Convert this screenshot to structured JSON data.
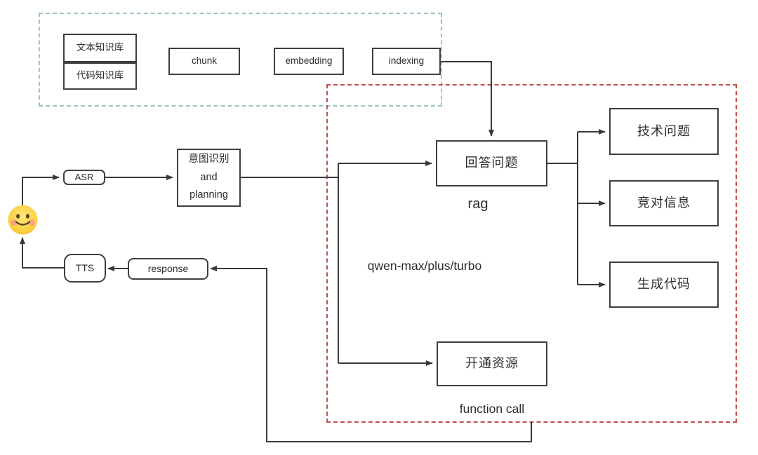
{
  "diagram": {
    "title": "voice-assistant rag pipeline diagram",
    "knowledge_group": {
      "text_kb": "文本知识库",
      "code_kb": "代码知识库",
      "chunk": "chunk",
      "embedding": "embedding",
      "indexing": "indexing"
    },
    "pipeline": {
      "asr": "ASR",
      "intent_line1": "意图识别",
      "intent_line2": "and",
      "intent_line3": "planning",
      "tts": "TTS",
      "response": "response"
    },
    "llm_group": {
      "answer": "回答问题",
      "answer_caption": "rag",
      "model_label": "qwen-max/plus/turbo",
      "provision": "开通资源",
      "provision_caption": "function call"
    },
    "outputs": {
      "tech": "技术问题",
      "competitor": "竞对信息",
      "codegen": "生成代码"
    },
    "icons": {
      "user": "smiling-face-with-blush"
    },
    "colors": {
      "knowledge_group_border": "#9cc5c0",
      "llm_group_border": "#c0504d",
      "line": "#3a3a3c",
      "node_border": "#3f3f41",
      "text": "#2c2c2e",
      "emoji_face": "#fbcf3c",
      "emoji_blush": "#f4978e"
    }
  }
}
